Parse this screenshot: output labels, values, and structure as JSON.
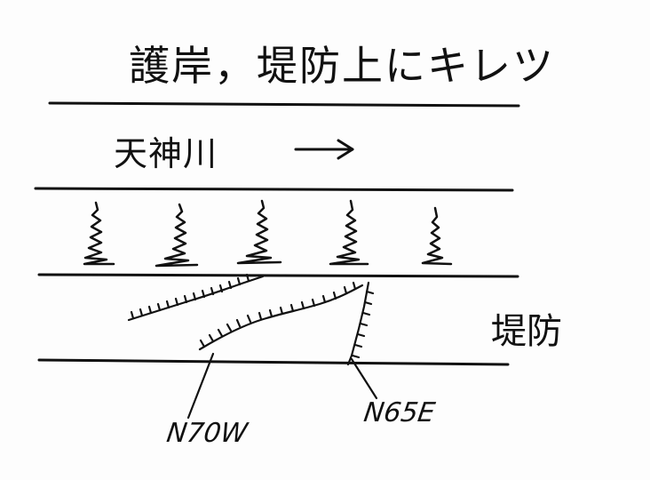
{
  "title": "護岸，堤防上にキレツ",
  "river_label": "天神川",
  "flow_arrow": "→",
  "levee_label": "堤防",
  "crack_labels": {
    "west": "N70W",
    "east": "N65E"
  },
  "revetment_mark_count": 5
}
